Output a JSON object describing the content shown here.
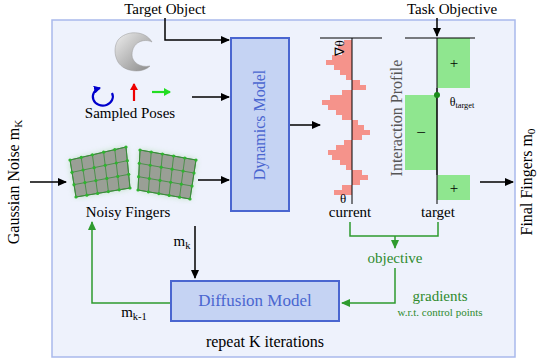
{
  "diagram": {
    "nodes": [
      {
        "text": [
          "repeat K iterations"
        ]
      },
      {
        "text": [
          "Dynamics Model"
        ],
        "in": 0
      },
      {
        "text": [
          "Diffusion Model"
        ],
        "in": 0
      }
    ],
    "labels": [
      "Target Object",
      "Task Objective",
      "Gaussian Noise m",
      "K",
      "Final Fingers m",
      "0",
      "Sampled Poses",
      "Noisy Fingers",
      "m",
      "k",
      "m",
      "k-1",
      "∇θ",
      "θ",
      "Interaction Profile",
      "θ",
      "target",
      "+",
      "−",
      "+",
      "current",
      "target",
      "objective",
      "gradients",
      "w.r.t. control points"
    ]
  }
}
